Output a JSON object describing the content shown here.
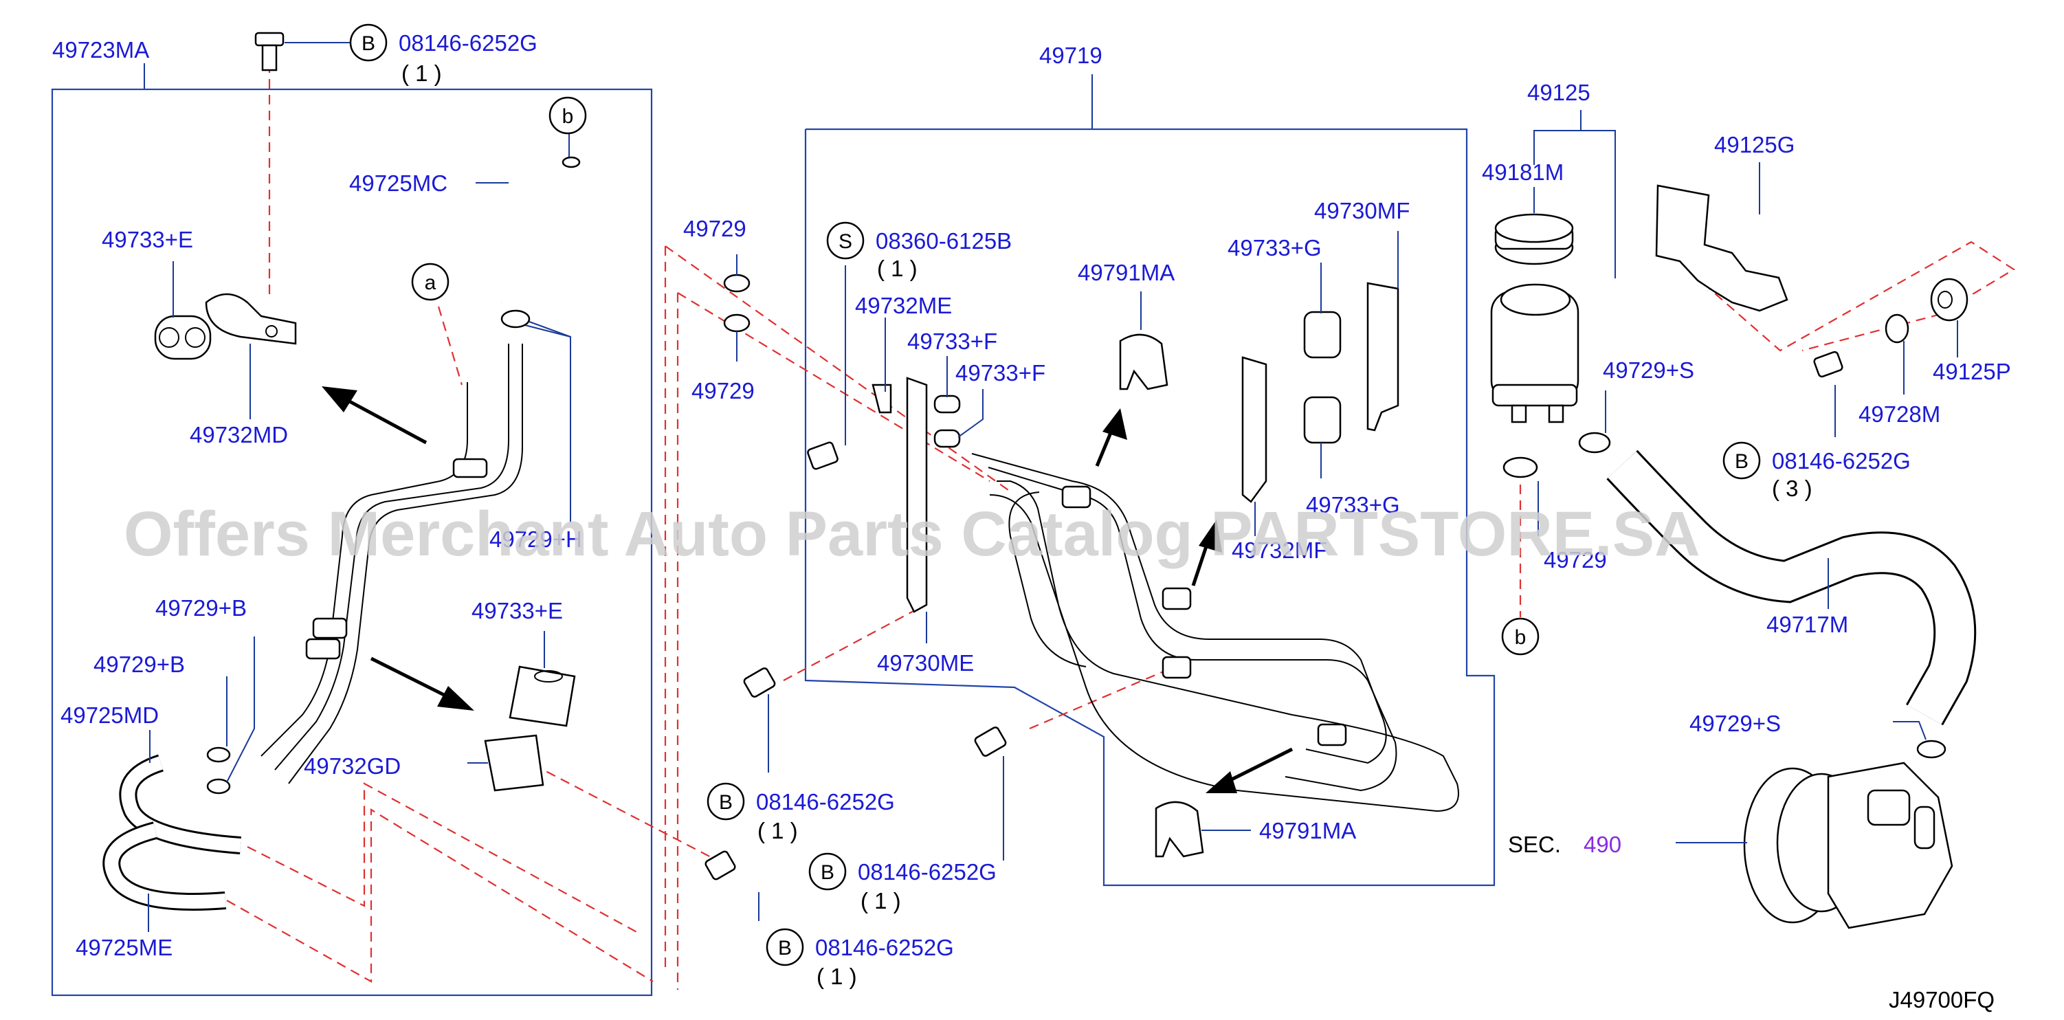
{
  "labels": {
    "p49723MA": "49723MA",
    "p49719": "49719",
    "p49125": "49125",
    "p49181M": "49181M",
    "p49125G": "49125G",
    "p49725MC": "49725MC",
    "p49733E_top": "49733+E",
    "p49732MD": "49732MD",
    "p49729H": "49729+H",
    "p49729B_1": "49729+B",
    "p49729B_2": "49729+B",
    "p49725MD": "49725MD",
    "p49725ME": "49725ME",
    "p49733E_bot": "49733+E",
    "p49732GD": "49732GD",
    "p49729_top": "49729",
    "p49729_mid": "49729",
    "p49732ME": "49732ME",
    "p49733F_1": "49733+F",
    "p49733F_2": "49733+F",
    "p49791MA_top": "49791MA",
    "p49733G_top": "49733+G",
    "p49730MF": "49730MF",
    "p49733G_bot": "49733+G",
    "p49732MF": "49732MF",
    "p49730ME": "49730ME",
    "p49791MA_bot": "49791MA",
    "p49729S_top": "49729+S",
    "p49728M": "49728M",
    "p49125P": "49125P",
    "p49729_right": "49729",
    "p49717M": "49717M",
    "p49729S_bot": "49729+S",
    "sec_prefix": "SEC.",
    "sec_num": "490",
    "diagram_code": "J49700FQ",
    "bolt_top": "08146-6252G",
    "bolt_top_qty": "( 1 )",
    "screw_s": "08360-6125B",
    "screw_s_qty": "( 1 )",
    "bolt_right": "08146-6252G",
    "bolt_right_qty": "( 3 )",
    "bolt_mid1": "08146-6252G",
    "bolt_mid1_qty": "( 1 )",
    "bolt_mid2": "08146-6252G",
    "bolt_mid2_qty": "( 1 )",
    "bolt_bot": "08146-6252G",
    "bolt_bot_qty": "( 1 )"
  },
  "badges": {
    "b": "B",
    "s": "S",
    "ref_a": "a",
    "ref_b": "b"
  },
  "watermark": "Offers Merchant Auto Parts Catalog PARTSTORE.SA",
  "colors": {
    "part_label": "#1a1ad6",
    "section_ref": "#8a2be2",
    "leader": "#1a3a9a",
    "dashed": "#e03030"
  }
}
